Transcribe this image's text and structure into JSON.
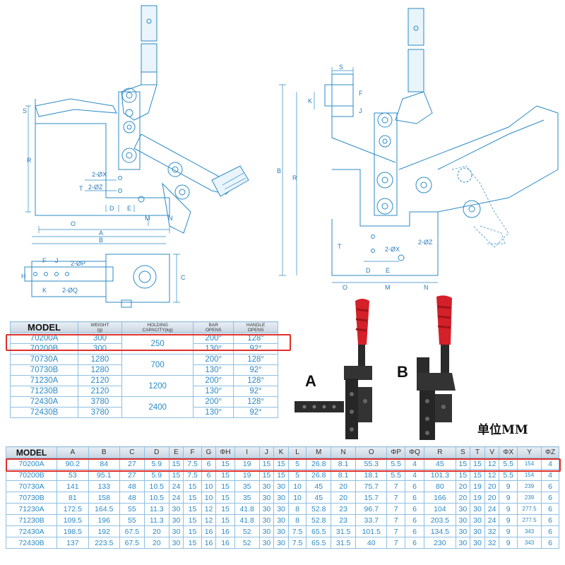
{
  "drawing_labels": {
    "a": "A",
    "b": "B",
    "c": "C",
    "d": "D",
    "e": "E",
    "f": "F",
    "h": "H",
    "j": "J",
    "k": "K",
    "m": "M",
    "n": "N",
    "o": "O",
    "r": "R",
    "s": "S",
    "t": "T",
    "x": "2-ØX",
    "z": "2-ØZ",
    "p": "2-ØP",
    "q": "2-ØQ"
  },
  "colors": {
    "drawing": "#2b8ac6",
    "highlight": "#e0302a",
    "handle": "#d42029",
    "body": "#2a2a2a"
  },
  "photo_labels": {
    "a": "A",
    "b": "B"
  },
  "unit_label": "单位MM",
  "small_table": {
    "headers": {
      "model": "MODEL",
      "weight": "WEIGHT",
      "weight_unit": "(g)",
      "holding": "HOLDING",
      "capacity": "CAPACITY(kg)",
      "bar": "BAR",
      "bar2": "OPENS",
      "handle": "HANDLE",
      "handle2": "OPENS"
    },
    "rows": [
      {
        "model": "70200A",
        "weight": "300",
        "capacity": "250",
        "bar": "200°",
        "handle": "128°"
      },
      {
        "model": "70200B",
        "weight": "300",
        "capacity": "",
        "bar": "130°",
        "handle": "92°"
      },
      {
        "model": "70730A",
        "weight": "1280",
        "capacity": "700",
        "bar": "200°",
        "handle": "128°"
      },
      {
        "model": "70730B",
        "weight": "1280",
        "capacity": "",
        "bar": "130°",
        "handle": "92°"
      },
      {
        "model": "71230A",
        "weight": "2120",
        "capacity": "1200",
        "bar": "200°",
        "handle": "128°"
      },
      {
        "model": "71230B",
        "weight": "2120",
        "capacity": "",
        "bar": "130°",
        "handle": "92°"
      },
      {
        "model": "72430A",
        "weight": "3780",
        "capacity": "2400",
        "bar": "200°",
        "handle": "128°"
      },
      {
        "model": "72430B",
        "weight": "3780",
        "capacity": "",
        "bar": "130°",
        "handle": "92°"
      }
    ]
  },
  "big_table": {
    "headers": [
      "MODEL",
      "A",
      "B",
      "C",
      "D",
      "E",
      "F",
      "G",
      "ΦH",
      "I",
      "J",
      "K",
      "L",
      "M",
      "N",
      "O",
      "ΦP",
      "ΦQ",
      "R",
      "S",
      "T",
      "V",
      "ΦX",
      "Y",
      "ΦZ"
    ],
    "rows": [
      [
        "70200A",
        "90.2",
        "84",
        "27",
        "5.9",
        "15",
        "7.5",
        "6",
        "15",
        "19",
        "15",
        "15",
        "5",
        "26.8",
        "8.1",
        "55.3",
        "5.5",
        "4",
        "45",
        "15",
        "15",
        "12",
        "5.5",
        "154",
        "4"
      ],
      [
        "70200B",
        "53",
        "95.1",
        "27",
        "5.9",
        "15",
        "7.5",
        "6",
        "15",
        "19",
        "15",
        "15",
        "5",
        "26.8",
        "8.1",
        "18.1",
        "5.5",
        "4",
        "101.3",
        "15",
        "15",
        "12",
        "5.5",
        "154",
        "4"
      ],
      [
        "70730A",
        "141",
        "133",
        "48",
        "10.5",
        "24",
        "15",
        "10",
        "15",
        "35",
        "30",
        "30",
        "10",
        "45",
        "20",
        "75.7",
        "7",
        "6",
        "80",
        "20",
        "19",
        "20",
        "9",
        "239",
        "6"
      ],
      [
        "70730B",
        "81",
        "158",
        "48",
        "10.5",
        "24",
        "15",
        "10",
        "15",
        "35",
        "30",
        "30",
        "10",
        "45",
        "20",
        "15.7",
        "7",
        "6",
        "166",
        "20",
        "19",
        "20",
        "9",
        "239",
        "6"
      ],
      [
        "71230A",
        "172.5",
        "164.5",
        "55",
        "11.3",
        "30",
        "15",
        "12",
        "15",
        "41.8",
        "30",
        "30",
        "8",
        "52.8",
        "23",
        "96.7",
        "7",
        "6",
        "104",
        "30",
        "30",
        "24",
        "9",
        "277.5",
        "6"
      ],
      [
        "71230B",
        "109.5",
        "196",
        "55",
        "11.3",
        "30",
        "15",
        "12",
        "15",
        "41.8",
        "30",
        "30",
        "8",
        "52.8",
        "23",
        "33.7",
        "7",
        "6",
        "203.5",
        "30",
        "30",
        "24",
        "9",
        "277.5",
        "6"
      ],
      [
        "72430A",
        "198.5",
        "192",
        "67.5",
        "20",
        "30",
        "15",
        "16",
        "16",
        "52",
        "30",
        "30",
        "7.5",
        "65.5",
        "31.5",
        "101.5",
        "7",
        "6",
        "134.5",
        "30",
        "30",
        "32",
        "9",
        "343",
        "6"
      ],
      [
        "72430B",
        "137",
        "223.5",
        "67.5",
        "20",
        "30",
        "15",
        "16",
        "16",
        "52",
        "30",
        "30",
        "7.5",
        "65.5",
        "31.5",
        "40",
        "7",
        "6",
        "230",
        "30",
        "30",
        "32",
        "9",
        "343",
        "6"
      ]
    ]
  }
}
